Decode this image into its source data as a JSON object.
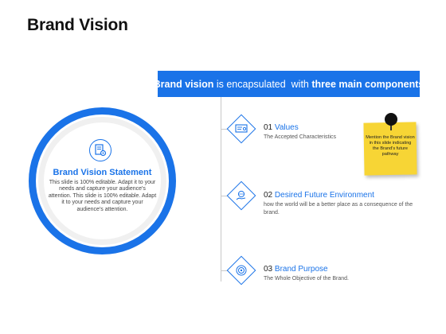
{
  "page": {
    "title": "Brand Vision"
  },
  "banner": {
    "part1": "Brand vision",
    "part2": " is encapsulated  with ",
    "part3": "three main components"
  },
  "statement": {
    "icon": "document-gear-icon",
    "title": "Brand Vision Statement",
    "body": "This slide is 100% editable. Adapt it to your needs and capture your audience's attention. This slide is 100% editable. Adapt it to your needs and capture your audience's attention."
  },
  "components": [
    {
      "number": "01",
      "title": "Values",
      "description": "The Accepted Characteristics",
      "icon": "certificate-icon"
    },
    {
      "number": "02",
      "title": "Desired Future Environment",
      "description": "how the world will be a better place as a consequence of the brand.",
      "icon": "hand-globe-icon"
    },
    {
      "number": "03",
      "title": "Brand Purpose",
      "description": "The Whole Objective of the Brand.",
      "icon": "target-icon"
    }
  ],
  "sticky_note": {
    "text": "Mention the Brand vision in this slide indicating the Brand's future pathway",
    "icon": "pushpin-icon"
  },
  "colors": {
    "accent": "#1a73e8",
    "note": "#f7d535"
  }
}
